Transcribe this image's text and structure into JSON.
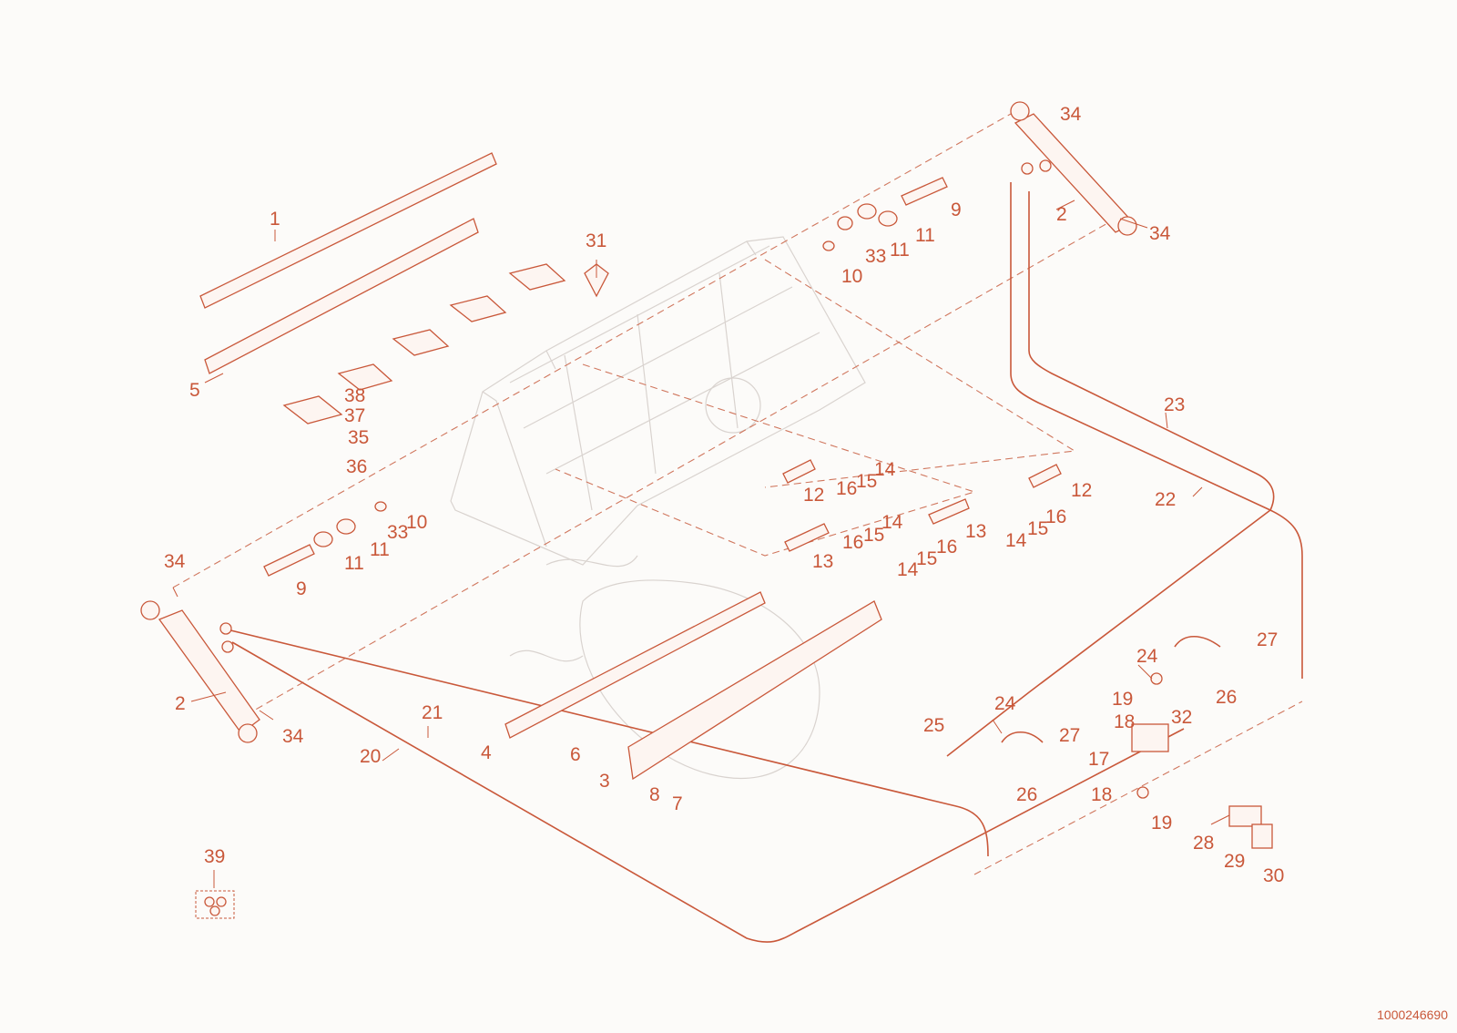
{
  "doc_number": "1000246690",
  "callouts": [
    {
      "id": "c1",
      "text": "1"
    },
    {
      "id": "c5",
      "text": "5"
    },
    {
      "id": "c31",
      "text": "31"
    },
    {
      "id": "c38",
      "text": "38"
    },
    {
      "id": "c37",
      "text": "37"
    },
    {
      "id": "c35",
      "text": "35"
    },
    {
      "id": "c36",
      "text": "36"
    },
    {
      "id": "c9a",
      "text": "9"
    },
    {
      "id": "c11a",
      "text": "11"
    },
    {
      "id": "c11b",
      "text": "11"
    },
    {
      "id": "c33a",
      "text": "33"
    },
    {
      "id": "c10a",
      "text": "10"
    },
    {
      "id": "c34a",
      "text": "34"
    },
    {
      "id": "c2a",
      "text": "2"
    },
    {
      "id": "c34b",
      "text": "34"
    },
    {
      "id": "c2b",
      "text": "2"
    },
    {
      "id": "c34c",
      "text": "34"
    },
    {
      "id": "c9b",
      "text": "9"
    },
    {
      "id": "c11c",
      "text": "11"
    },
    {
      "id": "c11d",
      "text": "11"
    },
    {
      "id": "c33b",
      "text": "33"
    },
    {
      "id": "c10b",
      "text": "10"
    },
    {
      "id": "c34d",
      "text": "34"
    },
    {
      "id": "c23",
      "text": "23"
    },
    {
      "id": "c22",
      "text": "22"
    },
    {
      "id": "c12a",
      "text": "12"
    },
    {
      "id": "c16a",
      "text": "16"
    },
    {
      "id": "c15a",
      "text": "15"
    },
    {
      "id": "c14a",
      "text": "14"
    },
    {
      "id": "c12b",
      "text": "12"
    },
    {
      "id": "c14b",
      "text": "14"
    },
    {
      "id": "c15b",
      "text": "15"
    },
    {
      "id": "c16b",
      "text": "16"
    },
    {
      "id": "c13a",
      "text": "13"
    },
    {
      "id": "c14c",
      "text": "14"
    },
    {
      "id": "c15c",
      "text": "15"
    },
    {
      "id": "c16c",
      "text": "16"
    },
    {
      "id": "c13b",
      "text": "13"
    },
    {
      "id": "c16d",
      "text": "16"
    },
    {
      "id": "c15d",
      "text": "15"
    },
    {
      "id": "c14d",
      "text": "14"
    },
    {
      "id": "c21",
      "text": "21"
    },
    {
      "id": "c20",
      "text": "20"
    },
    {
      "id": "c4",
      "text": "4"
    },
    {
      "id": "c6",
      "text": "6"
    },
    {
      "id": "c3",
      "text": "3"
    },
    {
      "id": "c8",
      "text": "8"
    },
    {
      "id": "c7",
      "text": "7"
    },
    {
      "id": "c24a",
      "text": "24"
    },
    {
      "id": "c27a",
      "text": "27"
    },
    {
      "id": "c26a",
      "text": "26"
    },
    {
      "id": "c19a",
      "text": "19"
    },
    {
      "id": "c18a",
      "text": "18"
    },
    {
      "id": "c32",
      "text": "32"
    },
    {
      "id": "c17",
      "text": "17"
    },
    {
      "id": "c18b",
      "text": "18"
    },
    {
      "id": "c19b",
      "text": "19"
    },
    {
      "id": "c24b",
      "text": "24"
    },
    {
      "id": "c25",
      "text": "25"
    },
    {
      "id": "c27b",
      "text": "27"
    },
    {
      "id": "c26b",
      "text": "26"
    },
    {
      "id": "c28",
      "text": "28"
    },
    {
      "id": "c29",
      "text": "29"
    },
    {
      "id": "c30",
      "text": "30"
    },
    {
      "id": "c39",
      "text": "39"
    }
  ]
}
